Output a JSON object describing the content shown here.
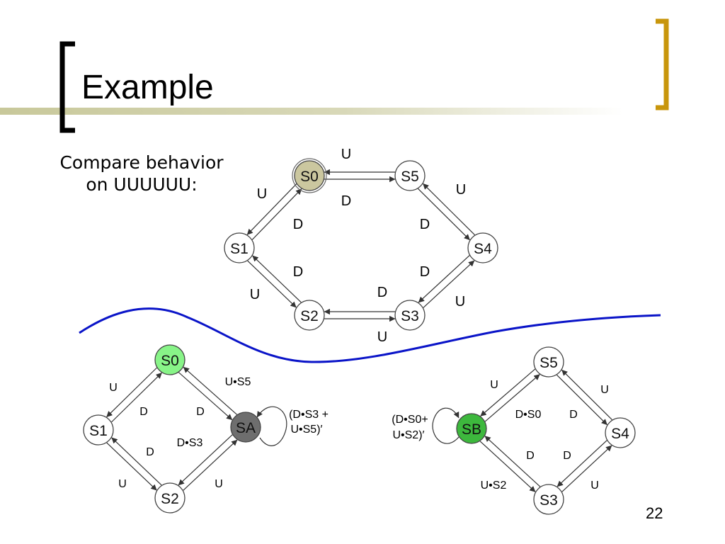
{
  "slide": {
    "title": "Example",
    "subtitle_line1": "Compare behavior",
    "subtitle_line2": "on UUUUUU:",
    "page_number": "22",
    "colors": {
      "accent": "#C8960C",
      "title_bar": "#C8C89A",
      "divider_curve": "#0A14C8",
      "s0_top_fill": "#CBC79F",
      "s0_bottom_fill": "#88F488",
      "sa_fill": "#6E6E6E",
      "sb_fill": "#3DB83D"
    }
  },
  "top_diagram": {
    "states": {
      "s0": "S0",
      "s1": "S1",
      "s2": "S2",
      "s3": "S3",
      "s4": "S4",
      "s5": "S5"
    },
    "edge_labels": {
      "s5_to_s0": "U",
      "s0_to_s5": "D",
      "s0_to_s1": "U",
      "s1_to_s0": "D",
      "s4_to_s5": "U",
      "s5_to_s4": "D",
      "s2_to_s1": "D",
      "s1_to_s2": "U",
      "s3_to_s2": "D",
      "s2_to_s3": "U",
      "s4_to_s3": "D",
      "s3_to_s4": "U"
    }
  },
  "bottom_left_diagram": {
    "states": {
      "s0": "S0",
      "s1": "S1",
      "s2": "S2",
      "sa": "SA"
    },
    "edge_labels": {
      "s0_to_s1": "U",
      "s1_to_s0": "D",
      "s1_to_s2": "U",
      "s2_to_s1": "D",
      "s0_to_sa": "D",
      "sa_to_s0": "U•S5",
      "sa_to_s2": "D•S3",
      "s2_to_sa": "U",
      "sa_self_line1": "(D•S3 +",
      "sa_self_line2": "U•S5)′"
    }
  },
  "bottom_right_diagram": {
    "states": {
      "s5": "S5",
      "s4": "S4",
      "s3": "S3",
      "sb": "SB"
    },
    "edge_labels": {
      "s5_to_sb": "U",
      "sb_to_s5": "D•S0",
      "s4_to_s5": "U",
      "s5_to_s4": "D",
      "s4_to_s3": "D",
      "s3_to_s4": "U",
      "sb_to_s3": "U•S2",
      "s3_to_sb": "D",
      "sb_self_line1": "(D•S0+",
      "sb_self_line2": "U•S2)′"
    }
  }
}
